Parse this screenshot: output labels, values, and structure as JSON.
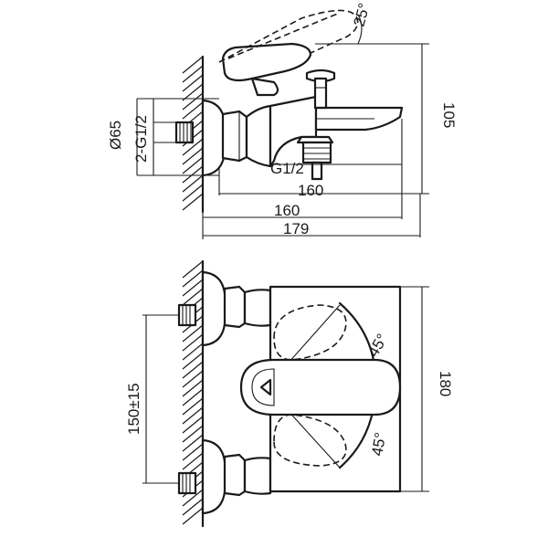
{
  "side_view": {
    "angle_label": "25°",
    "height_label": "105",
    "diameter_label": "Ø65",
    "thread_label": "2-G1/2",
    "outlet_thread_label": "G1/2",
    "inner_width_label": "160",
    "body_width_label": "160",
    "overall_width_label": "179"
  },
  "front_view": {
    "upper_angle_label": "45°",
    "lower_angle_label": "45°",
    "centers_label": "150±15",
    "height_label": "180"
  }
}
